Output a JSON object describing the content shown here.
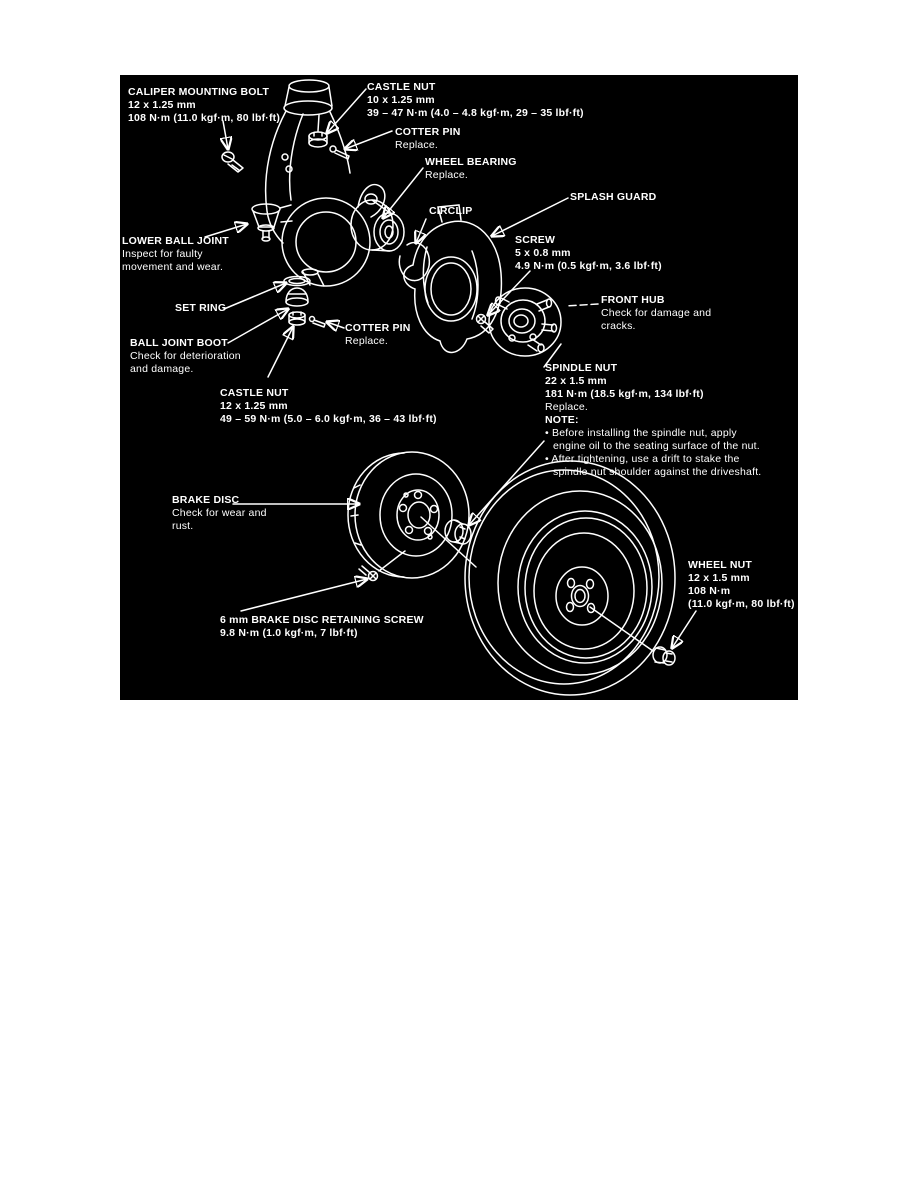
{
  "colors": {
    "canvas_background": "#000000",
    "line_color": "#ffffff",
    "page_background": "#ffffff"
  },
  "parts": [
    "steering-knuckle",
    "caliper-mounting-bolt",
    "castle-nut",
    "cotter-pin",
    "wheel-bearing",
    "circlip",
    "splash-guard",
    "screw",
    "front-hub",
    "lower-ball-joint",
    "set-ring",
    "ball-joint-boot",
    "brake-disc",
    "spindle-nut",
    "brake-disc-retaining-screw",
    "wheel",
    "wheel-nut"
  ],
  "diagram": {
    "labels": {
      "caliper_mounting_bolt": {
        "title": "CALIPER MOUNTING BOLT",
        "size": "12 x 1.25 mm",
        "torque": "108 N·m (11.0 kgf·m, 80 lbf·ft)"
      },
      "castle_nut_top": {
        "title": "CASTLE NUT",
        "size": "10 x 1.25 mm",
        "torque": "39 – 47 N·m (4.0 – 4.8 kgf·m, 29 – 35 lbf·ft)"
      },
      "cotter_pin_top": {
        "title": "COTTER PIN",
        "note": "Replace."
      },
      "wheel_bearing": {
        "title": "WHEEL BEARING",
        "note": "Replace."
      },
      "circlip": {
        "title": "CIRCLIP"
      },
      "splash_guard": {
        "title": "SPLASH GUARD"
      },
      "screw": {
        "title": "SCREW",
        "size": "5 x 0.8 mm",
        "torque": "4.9 N·m (0.5 kgf·m, 3.6 lbf·ft)"
      },
      "front_hub": {
        "title": "FRONT HUB",
        "note1": "Check for damage and",
        "note2": "cracks."
      },
      "lower_ball_joint": {
        "title": "LOWER BALL JOINT",
        "note1": "Inspect for faulty",
        "note2": "movement and wear."
      },
      "set_ring": {
        "title": "SET RING"
      },
      "ball_joint_boot": {
        "title": "BALL JOINT BOOT",
        "note1": "Check for deterioration",
        "note2": "and damage."
      },
      "cotter_pin_mid": {
        "title": "COTTER PIN",
        "note": "Replace."
      },
      "castle_nut_lower": {
        "title": "CASTLE NUT",
        "size": "12 x 1.25 mm",
        "torque": "49 – 59 N·m (5.0 – 6.0 kgf·m, 36 – 43 lbf·ft)"
      },
      "spindle_nut": {
        "title": "SPINDLE NUT",
        "size": "22 x 1.5 mm",
        "torque": "181 N·m (18.5 kgf·m, 134 lbf·ft)",
        "replace": "Replace.",
        "note_title": "NOTE:",
        "bullet1a": "• Before installing the spindle nut, apply",
        "bullet1b": "engine oil to the seating surface of the nut.",
        "bullet2a": "• After tightening, use a drift to stake the",
        "bullet2b": "spindle nut shoulder against the driveshaft."
      },
      "brake_disc": {
        "title": "BRAKE DISC",
        "note1": "Check for wear and",
        "note2": "rust."
      },
      "retaining_screw": {
        "title": "6 mm BRAKE DISC RETAINING SCREW",
        "torque": "9.8 N·m (1.0 kgf·m, 7 lbf·ft)"
      },
      "wheel_nut": {
        "title": "WHEEL NUT",
        "size": "12 x 1.5 mm",
        "torque1": "108 N·m",
        "torque2": "(11.0 kgf·m, 80 lbf·ft)"
      }
    }
  }
}
